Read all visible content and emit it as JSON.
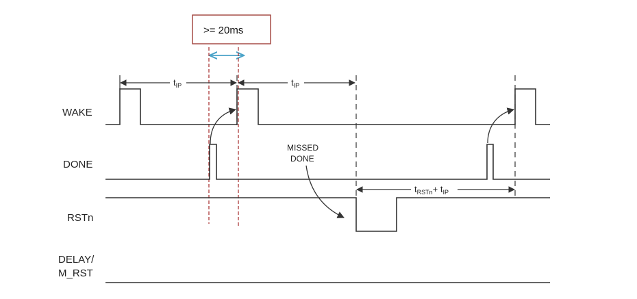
{
  "signals": {
    "wake": "WAKE",
    "done": "DONE",
    "rstn": "RSTn",
    "delay_line1": "DELAY/",
    "delay_line2": "M_RST"
  },
  "callout": {
    "text": ">= 20ms"
  },
  "timing": {
    "tip_main": "t",
    "tip_sub": "IP",
    "rst_main": "t",
    "rst_sub": "RSTn",
    "rst_plus": "+ t",
    "rst_sub2": "IP"
  },
  "annotation": {
    "missed_line1": "MISSED",
    "missed_line2": "DONE"
  },
  "colors": {
    "callout_border": "#a0403a",
    "red_dashed": "#a52a2a",
    "blue_arrow": "#4aa3c8"
  }
}
